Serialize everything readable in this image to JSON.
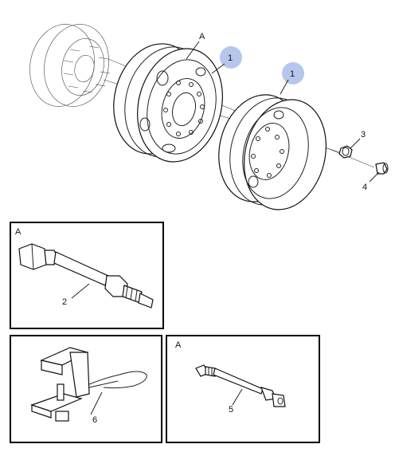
{
  "labels": {
    "A_top": "A",
    "callout1_left": "1",
    "callout1_right": "1",
    "n3": "3",
    "n4": "4",
    "panelA1_tag": "A",
    "n2": "2",
    "n6": "6",
    "panelA2_tag": "A",
    "n5": "5"
  },
  "colors": {
    "badge": "#b7c6ec",
    "line": "#222222"
  }
}
